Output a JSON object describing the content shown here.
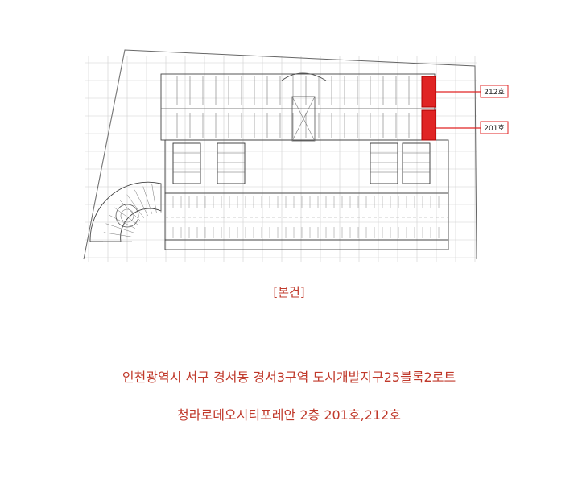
{
  "colors": {
    "highlight": "#e02424",
    "caption": "#c0392b",
    "line": "#555555"
  },
  "plan": {
    "units": [
      {
        "label": "212호"
      },
      {
        "label": "201호"
      }
    ]
  },
  "caption": {
    "tag": "[본건]",
    "address_line1": "인천광역시 서구 경서동 경서3구역 도시개발지구25블록2로트",
    "address_line2": "청라로데오시티포레안 2층 201호,212호"
  }
}
